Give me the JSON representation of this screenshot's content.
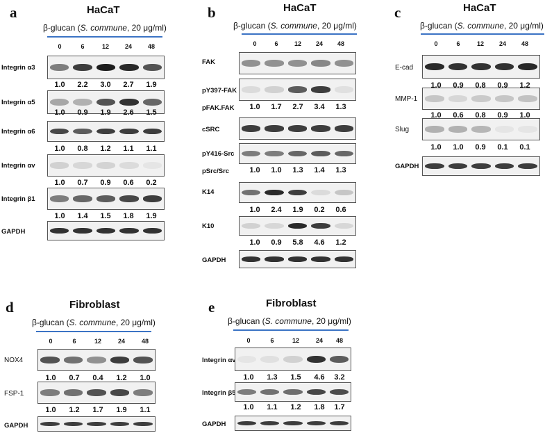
{
  "treatment": {
    "prefix": "β-glucan (",
    "name": "S. commune",
    "suffix": ", 20 μg/ml)"
  },
  "timepoints": [
    "0",
    "6",
    "12",
    "24",
    "48"
  ],
  "panels": [
    {
      "id": "a",
      "title": "HaCaT",
      "blots": [
        {
          "label": "Integrin α3",
          "quant": [
            "1.0",
            "2.2",
            "3.0",
            "2.7",
            "1.9"
          ],
          "intensity": [
            0.55,
            0.85,
            1.0,
            0.95,
            0.75
          ]
        },
        {
          "label": "Integrin α5",
          "quant": [
            "1.0",
            "0.9",
            "1.9",
            "2.6",
            "1.5"
          ],
          "intensity": [
            0.35,
            0.3,
            0.75,
            0.9,
            0.65
          ]
        },
        {
          "label": "Integrin α6",
          "quant": [
            "1.0",
            "0.8",
            "1.2",
            "1.1",
            "1.1"
          ],
          "intensity": [
            0.8,
            0.7,
            0.85,
            0.85,
            0.85
          ]
        },
        {
          "label": "Integrin αv",
          "quant": [
            "1.0",
            "0.7",
            "0.9",
            "0.6",
            "0.2"
          ],
          "intensity": [
            0.15,
            0.12,
            0.14,
            0.1,
            0.05
          ]
        },
        {
          "label": "Integrin β1",
          "quant": [
            "1.0",
            "1.4",
            "1.5",
            "1.8",
            "1.9"
          ],
          "intensity": [
            0.55,
            0.65,
            0.7,
            0.8,
            0.85
          ]
        },
        {
          "label": "GAPDH",
          "quant": null,
          "intensity": [
            0.9,
            0.9,
            0.9,
            0.9,
            0.9
          ]
        }
      ]
    },
    {
      "id": "b",
      "title": "HaCaT",
      "blots": [
        {
          "label": "FAK",
          "quant": null,
          "quant_label": null,
          "intensity": [
            0.45,
            0.45,
            0.45,
            0.5,
            0.45
          ]
        },
        {
          "label": "pY397-FAK",
          "quant": [
            "1.0",
            "1.7",
            "2.7",
            "3.4",
            "1.3"
          ],
          "quant_label": "pFAK.FAK",
          "intensity": [
            0.1,
            0.15,
            0.7,
            0.85,
            0.08
          ]
        },
        {
          "label": "cSRC",
          "quant": null,
          "quant_label": null,
          "intensity": [
            0.85,
            0.85,
            0.85,
            0.85,
            0.85
          ]
        },
        {
          "label": "pY416-Src",
          "quant": [
            "1.0",
            "1.0",
            "1.3",
            "1.4",
            "1.3"
          ],
          "quant_label": "pSrc/Src",
          "intensity": [
            0.55,
            0.55,
            0.65,
            0.7,
            0.65
          ]
        },
        {
          "label": "K14",
          "quant": [
            "1.0",
            "2.4",
            "1.9",
            "0.2",
            "0.6"
          ],
          "quant_label": null,
          "intensity": [
            0.6,
            0.95,
            0.85,
            0.1,
            0.2
          ]
        },
        {
          "label": "K10",
          "quant": [
            "1.0",
            "0.9",
            "5.8",
            "4.6",
            "1.2"
          ],
          "quant_label": null,
          "intensity": [
            0.15,
            0.12,
            0.95,
            0.85,
            0.12
          ]
        },
        {
          "label": "GAPDH",
          "quant": null,
          "quant_label": null,
          "intensity": [
            0.9,
            0.9,
            0.9,
            0.9,
            0.9
          ]
        }
      ]
    },
    {
      "id": "c",
      "title": "HaCaT",
      "blots": [
        {
          "label": "E-cad",
          "quant": [
            "1.0",
            "0.9",
            "0.8",
            "0.9",
            "1.2"
          ],
          "intensity": [
            0.95,
            0.9,
            0.9,
            0.9,
            0.95
          ]
        },
        {
          "label": "MMP-1",
          "quant": [
            "1.0",
            "0.6",
            "0.8",
            "0.9",
            "1.0"
          ],
          "intensity": [
            0.2,
            0.12,
            0.18,
            0.2,
            0.22
          ]
        },
        {
          "label": "Slug",
          "quant": [
            "1.0",
            "1.0",
            "0.9",
            "0.1",
            "0.1"
          ],
          "intensity": [
            0.3,
            0.3,
            0.28,
            0.03,
            0.03
          ]
        },
        {
          "label": "GAPDH",
          "quant": null,
          "intensity": [
            0.85,
            0.85,
            0.85,
            0.85,
            0.85
          ]
        }
      ]
    },
    {
      "id": "d",
      "title": "Fibroblast",
      "blots": [
        {
          "label": "NOX4",
          "quant": [
            "1.0",
            "0.7",
            "0.4",
            "1.2",
            "1.0"
          ],
          "intensity": [
            0.75,
            0.6,
            0.45,
            0.85,
            0.75
          ]
        },
        {
          "label": "FSP-1",
          "quant": [
            "1.0",
            "1.2",
            "1.7",
            "1.9",
            "1.1"
          ],
          "intensity": [
            0.55,
            0.6,
            0.75,
            0.8,
            0.55
          ]
        },
        {
          "label": "GAPDH",
          "quant": null,
          "intensity": [
            0.85,
            0.85,
            0.85,
            0.85,
            0.85
          ]
        }
      ]
    },
    {
      "id": "e",
      "title": "Fibroblast",
      "blots": [
        {
          "label": "Integrin αv",
          "quant": [
            "1.0",
            "1.3",
            "1.5",
            "4.6",
            "3.2"
          ],
          "intensity": [
            0.05,
            0.08,
            0.15,
            0.9,
            0.7
          ]
        },
        {
          "label": "Integrin β5",
          "quant": [
            "1.0",
            "1.1",
            "1.2",
            "1.8",
            "1.7"
          ],
          "intensity": [
            0.55,
            0.6,
            0.62,
            0.8,
            0.78
          ]
        },
        {
          "label": "GAPDH",
          "quant": null,
          "intensity": [
            0.85,
            0.85,
            0.85,
            0.85,
            0.85
          ]
        }
      ]
    }
  ]
}
